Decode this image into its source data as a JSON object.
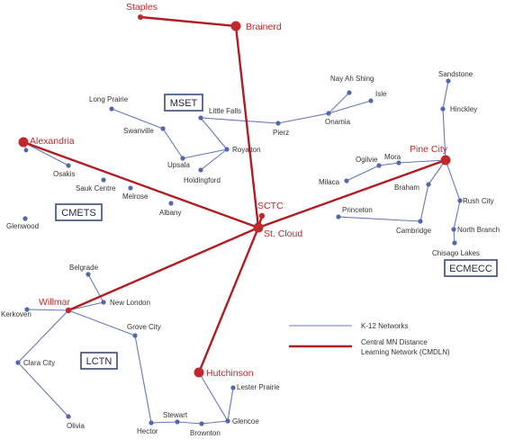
{
  "colors": {
    "k12_line": "#6677bb",
    "k12_node": "#5566aa",
    "cmdln_line": "#b01c22",
    "cmdln_node": "#c0282d",
    "region_box_border": "#3a4a7a"
  },
  "regions": [
    {
      "id": "mset",
      "label": "MSET"
    },
    {
      "id": "cmets",
      "label": "CMETS"
    },
    {
      "id": "lctn",
      "label": "LCTN"
    },
    {
      "id": "ecmecc",
      "label": "ECMECC"
    }
  ],
  "hubs": [
    {
      "id": "staples",
      "label": "Staples"
    },
    {
      "id": "brainerd",
      "label": "Brainerd"
    },
    {
      "id": "alexandria",
      "label": "Alexandria"
    },
    {
      "id": "pine_city",
      "label": "Pine City"
    },
    {
      "id": "sctc",
      "label": "SCTC"
    },
    {
      "id": "st_cloud",
      "label": "St. Cloud"
    },
    {
      "id": "willmar",
      "label": "Willmar"
    },
    {
      "id": "hutchinson",
      "label": "Hutchinson"
    }
  ],
  "sites": [
    {
      "id": "nay_ah_shing",
      "label": "Nay Ah Shing"
    },
    {
      "id": "isle",
      "label": "Isle"
    },
    {
      "id": "onamia",
      "label": "Onamia"
    },
    {
      "id": "pierz",
      "label": "Pierz"
    },
    {
      "id": "little_falls",
      "label": "Little Falls"
    },
    {
      "id": "long_prairie",
      "label": "Long Prairie"
    },
    {
      "id": "swanville",
      "label": "Swanville"
    },
    {
      "id": "upsala",
      "label": "Upsala"
    },
    {
      "id": "royalton",
      "label": "Royalton"
    },
    {
      "id": "holdingford",
      "label": "Holdingford"
    },
    {
      "id": "osakis",
      "label": "Osakis"
    },
    {
      "id": "sauk_centre",
      "label": "Sauk Centre"
    },
    {
      "id": "melrose",
      "label": "Melrose"
    },
    {
      "id": "albany",
      "label": "Albany"
    },
    {
      "id": "glenwood",
      "label": "Glenwood"
    },
    {
      "id": "sandstone",
      "label": "Sandstone"
    },
    {
      "id": "hinckley",
      "label": "Hinckley"
    },
    {
      "id": "mora",
      "label": "Mora"
    },
    {
      "id": "ogilvie",
      "label": "Ogilvie"
    },
    {
      "id": "milaca",
      "label": "Milaca"
    },
    {
      "id": "braham",
      "label": "Braham"
    },
    {
      "id": "rush_city",
      "label": "Rush City"
    },
    {
      "id": "princeton",
      "label": "Princeton"
    },
    {
      "id": "cambridge",
      "label": "Cambridge"
    },
    {
      "id": "north_branch",
      "label": "North Branch"
    },
    {
      "id": "chisago_lakes",
      "label": "Chisago Lakes"
    },
    {
      "id": "belgrade",
      "label": "Belgrade"
    },
    {
      "id": "new_london",
      "label": "New London"
    },
    {
      "id": "kerkoven",
      "label": "Kerkoven"
    },
    {
      "id": "grove_city",
      "label": "Grove City"
    },
    {
      "id": "clara_city",
      "label": "Clara City"
    },
    {
      "id": "olivia",
      "label": "Olivia"
    },
    {
      "id": "lester_prairie",
      "label": "Lester Prairie"
    },
    {
      "id": "stewart",
      "label": "Stewart"
    },
    {
      "id": "hector",
      "label": "Hector"
    },
    {
      "id": "brownton",
      "label": "Brownton"
    },
    {
      "id": "glencoe",
      "label": "Glencoe"
    }
  ],
  "legend": {
    "k12_label": "K-12 Networks",
    "cmdln_label_line1": "Central MN Distance",
    "cmdln_label_line2": "Learning Network (CMDLN)"
  }
}
